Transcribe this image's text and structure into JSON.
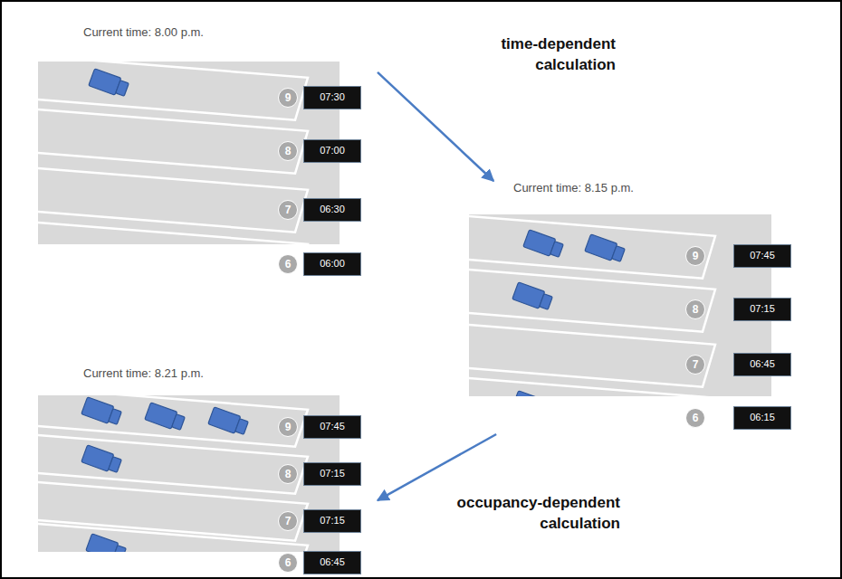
{
  "diagram": {
    "nodes": [
      {
        "text": [
          "Current time: 8.00 p.m."
        ]
      },
      {
        "text": [
          "9"
        ],
        "in": 0
      },
      {
        "text": [
          "07:30"
        ],
        "in": 0
      },
      {
        "text": [
          "8"
        ],
        "in": 0
      },
      {
        "text": [
          "07:00"
        ],
        "in": 0
      },
      {
        "text": [
          "7"
        ],
        "in": 0
      },
      {
        "text": [
          "06:30"
        ],
        "in": 0
      },
      {
        "text": [
          "6"
        ],
        "in": 0
      },
      {
        "text": [
          "06:00"
        ],
        "in": 0
      },
      {
        "text": [
          "Current time: 8.15 p.m."
        ]
      },
      {
        "text": [
          "9"
        ],
        "in": 9
      },
      {
        "text": [
          "07:45"
        ],
        "in": 9
      },
      {
        "text": [
          "8"
        ],
        "in": 9
      },
      {
        "text": [
          "07:15"
        ],
        "in": 9
      },
      {
        "text": [
          "7"
        ],
        "in": 9
      },
      {
        "text": [
          "06:45"
        ],
        "in": 9
      },
      {
        "text": [
          "6"
        ],
        "in": 9
      },
      {
        "text": [
          "06:15"
        ],
        "in": 9
      },
      {
        "text": [
          "Current time: 8.21 p.m."
        ]
      },
      {
        "text": [
          "9"
        ],
        "in": 18
      },
      {
        "text": [
          "07:45"
        ],
        "in": 18
      },
      {
        "text": [
          "8"
        ],
        "in": 18
      },
      {
        "text": [
          "07:15"
        ],
        "in": 18
      },
      {
        "text": [
          "7"
        ],
        "in": 18
      },
      {
        "text": [
          "07:15"
        ],
        "in": 18
      },
      {
        "text": [
          "6"
        ],
        "in": 18
      },
      {
        "text": [
          "06:45"
        ],
        "in": 18
      }
    ],
    "edges": [
      {
        "from": 0,
        "to": 9,
        "arrow": "to",
        "label": "time-dependent calculation"
      },
      {
        "from": 9,
        "to": 18,
        "arrow": "to",
        "label": "occupancy-dependent calculation"
      }
    ]
  }
}
